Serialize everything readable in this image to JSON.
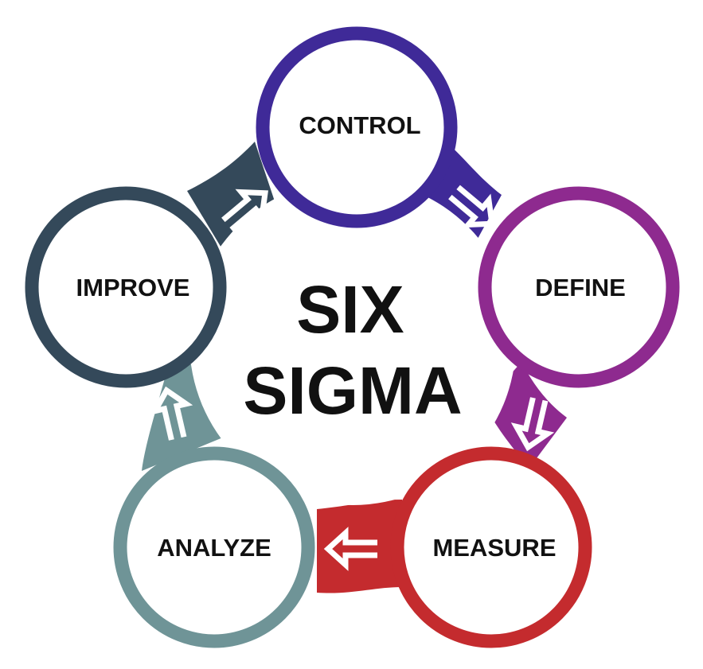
{
  "title": {
    "line1": "SIX",
    "line2": "SIGMA"
  },
  "stages": [
    {
      "label": "CONTROL",
      "color": "#3f2a98"
    },
    {
      "label": "DEFINE",
      "color": "#8e2a8f"
    },
    {
      "label": "MEASURE",
      "color": "#c42b2e"
    },
    {
      "label": "ANALYZE",
      "color": "#6f9497"
    },
    {
      "label": "IMPROVE",
      "color": "#34495a"
    }
  ],
  "arrows": [
    {
      "from": "CONTROL",
      "to": "DEFINE"
    },
    {
      "from": "DEFINE",
      "to": "MEASURE"
    },
    {
      "from": "MEASURE",
      "to": "ANALYZE"
    },
    {
      "from": "ANALYZE",
      "to": "IMPROVE"
    },
    {
      "from": "IMPROVE",
      "to": "CONTROL"
    }
  ]
}
